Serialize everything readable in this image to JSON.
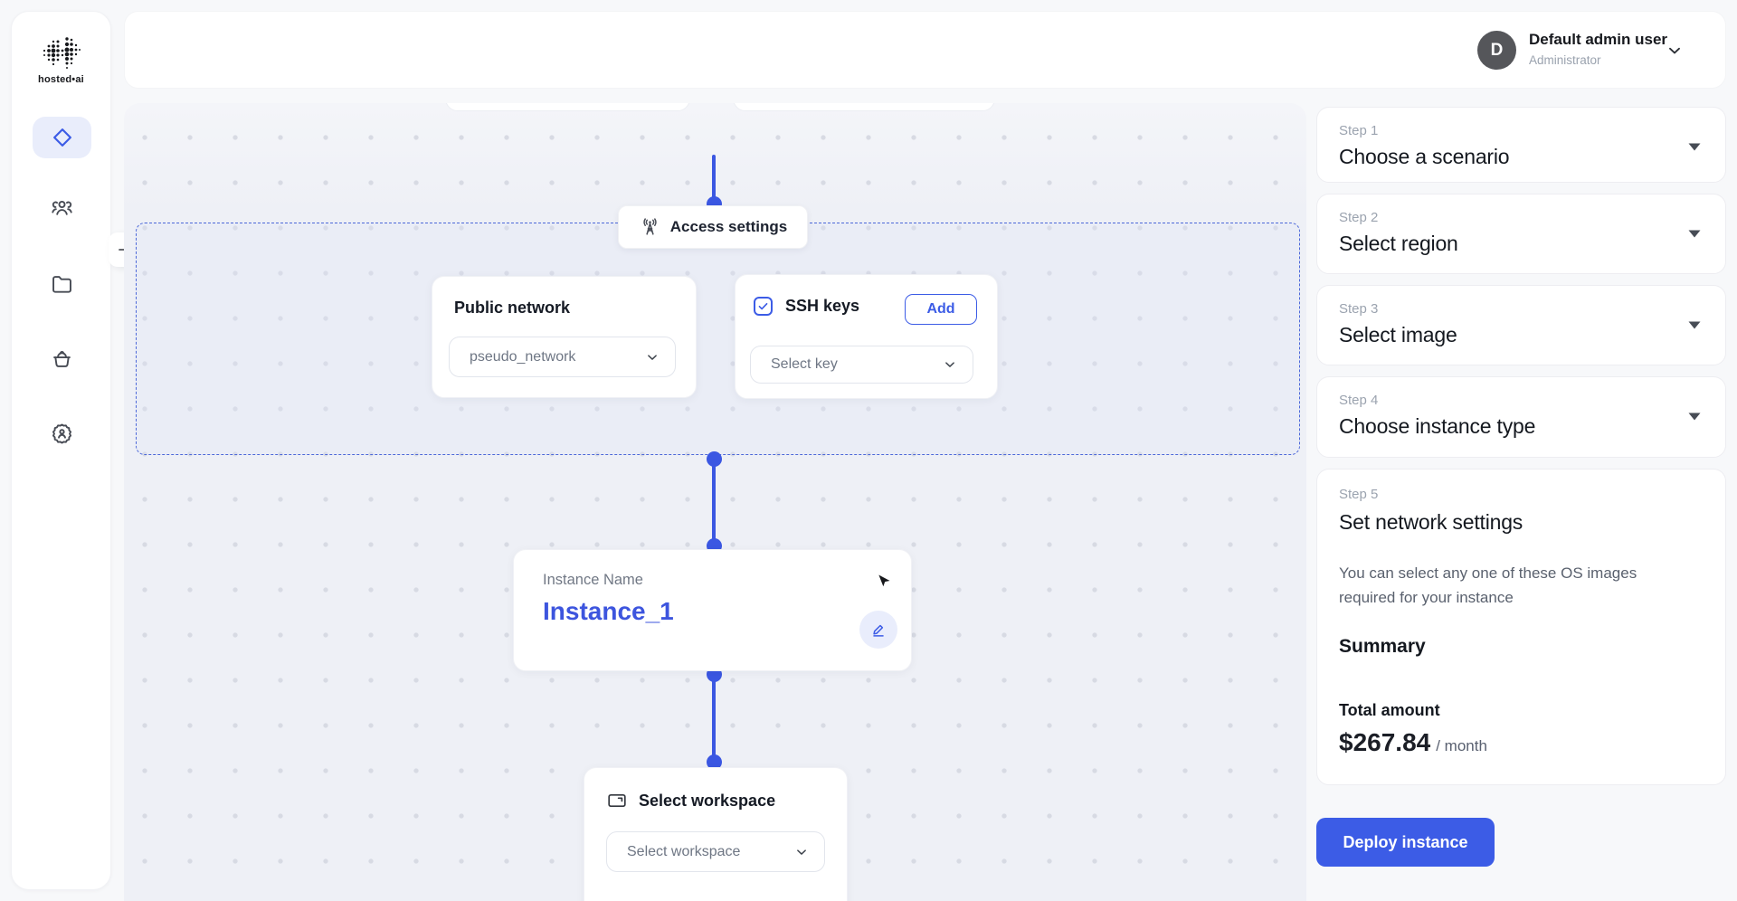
{
  "colors": {
    "accent": "#3C5CE6",
    "connector_blue": "#3B57E2",
    "dashed_border": "#4C68D9",
    "canvas_bg": "#EEF0F6",
    "deploy_bg": "#3C5CE6",
    "avatar_bg": "#55565A"
  },
  "brand": {
    "logo_icon": "dot-matrix-mark",
    "logo_text": "hosted•ai"
  },
  "sidebar": {
    "nav_icons": [
      "diamond",
      "users",
      "folder",
      "basket",
      "user-gear"
    ],
    "active_icon": "diamond",
    "collapse_icon": "expand-right"
  },
  "header": {
    "user": {
      "initial": "D",
      "name": "Default admin user",
      "role": "Administrator"
    },
    "chevron_icon": "chevron-down"
  },
  "canvas": {
    "access_settings": {
      "icon": "antenna",
      "label": "Access settings"
    },
    "public_network": {
      "title": "Public network",
      "selected": "pseudo_network"
    },
    "ssh_keys": {
      "checked": true,
      "title": "SSH keys",
      "add_button": "Add",
      "key_placeholder": "Select key"
    },
    "instance": {
      "label": "Instance Name",
      "name": "Instance_1",
      "edit_icon": "pencil"
    },
    "workspace": {
      "icon": "workspace",
      "title": "Select workspace",
      "placeholder": "Select workspace"
    }
  },
  "steps_panel": {
    "steps": [
      {
        "step": "Step 1",
        "title": "Choose a scenario"
      },
      {
        "step": "Step 2",
        "title": "Select region"
      },
      {
        "step": "Step 3",
        "title": "Select image"
      },
      {
        "step": "Step 4",
        "title": "Choose instance type"
      }
    ],
    "active": {
      "step": "Step 5",
      "title": "Set network settings",
      "description": "You can select any one of these OS images required for your instance",
      "summary": "Summary",
      "total_label": "Total amount",
      "amount": "$267.84",
      "period": "/ month"
    },
    "deploy_button": "Deploy instance"
  }
}
